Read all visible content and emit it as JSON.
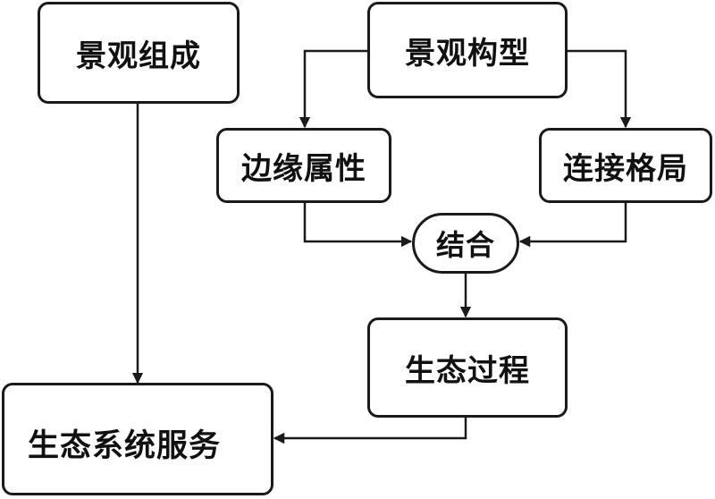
{
  "nodes": {
    "landscape_composition": "景观组成",
    "landscape_configuration": "景观构型",
    "edge_attributes": "边缘属性",
    "connectivity_pattern": "连接格局",
    "combination": "结合",
    "ecological_process": "生态过程",
    "ecosystem_services": "生态系统服务"
  },
  "colors": {
    "stroke": "#1a1a1a",
    "text": "#111111",
    "background": "#ffffff"
  }
}
